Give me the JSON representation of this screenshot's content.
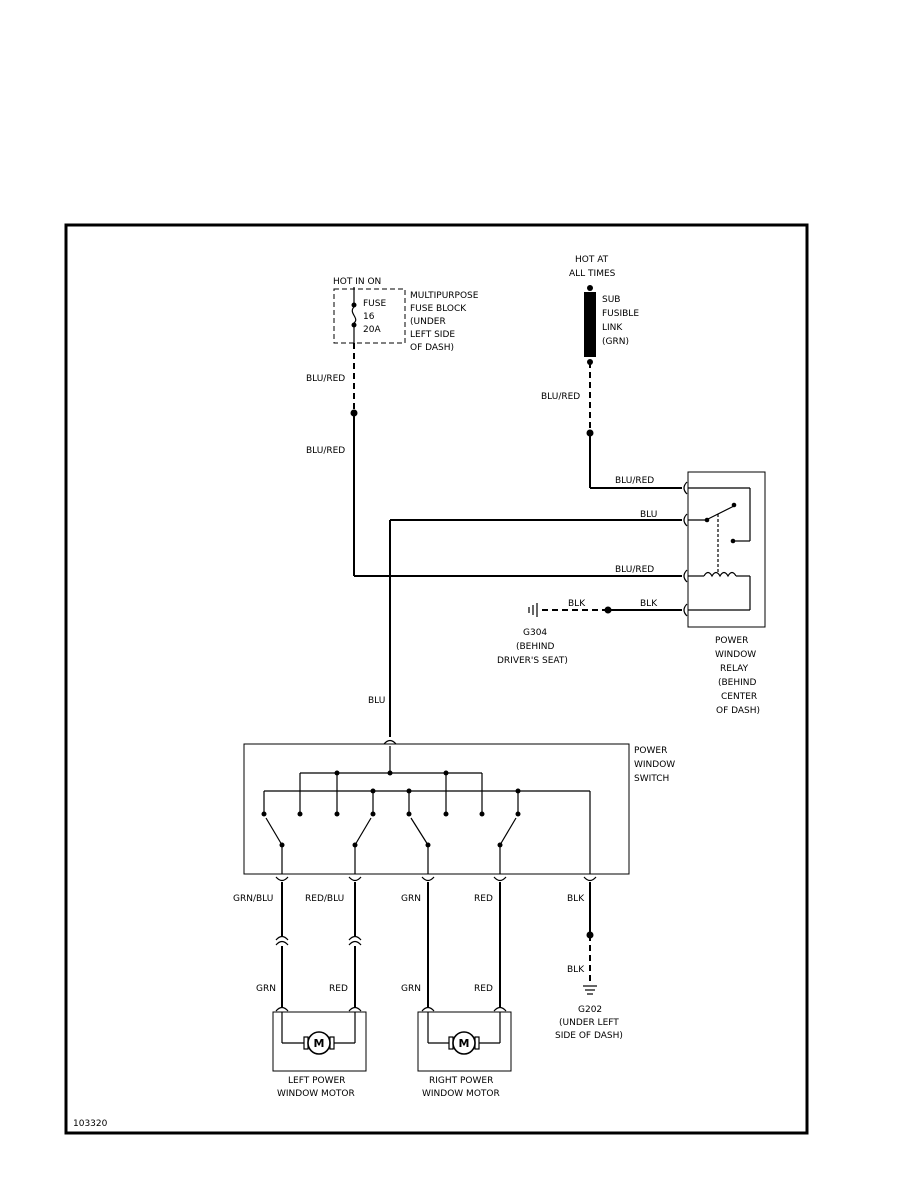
{
  "fuse": {
    "hot_label": "HOT IN ON",
    "fuse_lines": [
      "FUSE",
      "16",
      "20A"
    ],
    "block_lines": [
      "MULTIPURPOSE",
      "FUSE BLOCK",
      "(UNDER",
      "LEFT SIDE",
      "OF DASH)"
    ]
  },
  "fusible_link": {
    "hot_lines": [
      "HOT AT",
      "ALL TIMES"
    ],
    "link_lines": [
      "SUB",
      "FUSIBLE",
      "LINK",
      "(GRN)"
    ]
  },
  "wires": {
    "fuse_out_upper": "BLU/RED",
    "fuse_out_lower": "BLU/RED",
    "link_out": "BLU/RED",
    "relay_pin1": "BLU/RED",
    "relay_pin2": "BLU",
    "relay_pin3": "BLU/RED",
    "relay_pin4": "BLK",
    "ground_g304_wire": "BLK",
    "switch_feed": "BLU",
    "sw_out1": "GRN/BLU",
    "sw_out2": "RED/BLU",
    "sw_out3": "GRN",
    "sw_out4": "RED",
    "sw_out5": "BLK",
    "left_motor_a": "GRN",
    "left_motor_b": "RED",
    "right_motor_a": "GRN",
    "right_motor_b": "RED",
    "g202_wire": "BLK"
  },
  "grounds": {
    "g304_lines": [
      "G304",
      "(BEHIND",
      "DRIVER'S SEAT)"
    ],
    "g202_lines": [
      "G202",
      "(UNDER LEFT",
      "SIDE OF DASH)"
    ]
  },
  "relay": {
    "lines": [
      "POWER",
      "WINDOW",
      "RELAY",
      "(BEHIND",
      "CENTER",
      "OF DASH)"
    ]
  },
  "switch": {
    "lines": [
      "POWER",
      "WINDOW",
      "SWITCH"
    ]
  },
  "left_motor": {
    "symbol": "M",
    "lines": [
      "LEFT POWER",
      "WINDOW MOTOR"
    ]
  },
  "right_motor": {
    "symbol": "M",
    "lines": [
      "RIGHT POWER",
      "WINDOW MOTOR"
    ]
  },
  "diagram_id": "103320"
}
